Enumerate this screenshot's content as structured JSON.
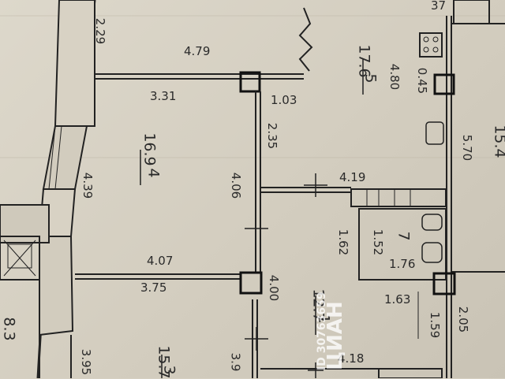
{
  "dimensions": {
    "d_229": "2.29",
    "d_479": "4.79",
    "d_331": "3.31",
    "d_103": "1.03",
    "d_235": "2.35",
    "d_406": "4.06",
    "d_439": "4.39",
    "d_419": "4.19",
    "d_162": "1.62",
    "d_152": "1.52",
    "d_176": "1.76",
    "d_407": "4.07",
    "d_375": "3.75",
    "d_400": "4.00",
    "d_163": "1.63",
    "d_159": "1.59",
    "d_205": "2.05",
    "d_418": "4.18",
    "d_480": "4.80",
    "d_045": "0.45",
    "d_570": "5.70",
    "d_395a": "3.95",
    "d_395b": "3.9",
    "d_83": "8.3",
    "d_37": "37",
    "d_154": "15.4"
  },
  "rooms": [
    {
      "num": "4",
      "area": "16.9"
    },
    {
      "num": "5",
      "area": "17.6"
    },
    {
      "num": "7",
      "area": ""
    },
    {
      "num": "1",
      "area": "12.7"
    },
    {
      "num": "3",
      "area": "15.7"
    }
  ],
  "watermark": {
    "brand": "ЦИАН",
    "id": "ID 30763659"
  },
  "colors": {
    "line": "#333333",
    "paper": "#d6d0c2"
  }
}
